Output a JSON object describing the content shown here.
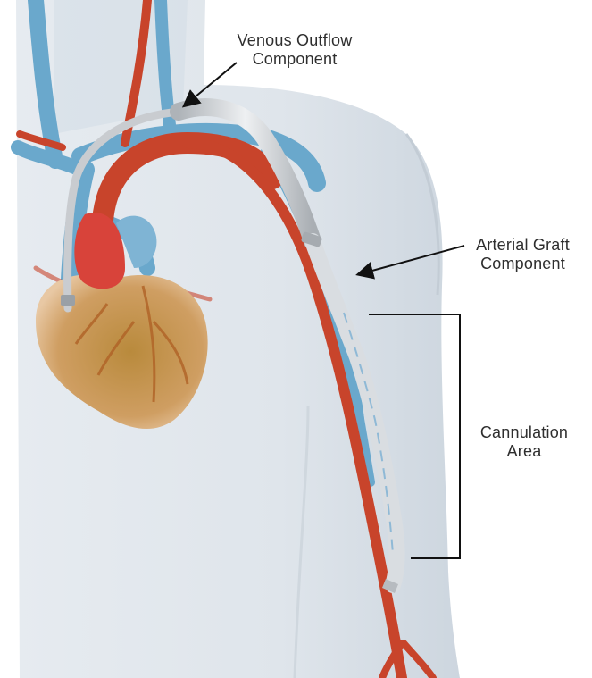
{
  "labels": {
    "venous_outflow": {
      "line1": "Venous Outflow",
      "line2": "Component"
    },
    "arterial_graft": {
      "line1": "Arterial Graft",
      "line2": "Component"
    },
    "cannulation_area": {
      "line1": "Cannulation",
      "line2": "Area"
    }
  },
  "colors": {
    "artery": "#c8442b",
    "vein": "#6aa8cc",
    "graft": "#c9ccd0",
    "body": "#dbe2e9",
    "heart": "#c99a5b",
    "text": "#2e2e2e",
    "pointer": "#111111"
  }
}
